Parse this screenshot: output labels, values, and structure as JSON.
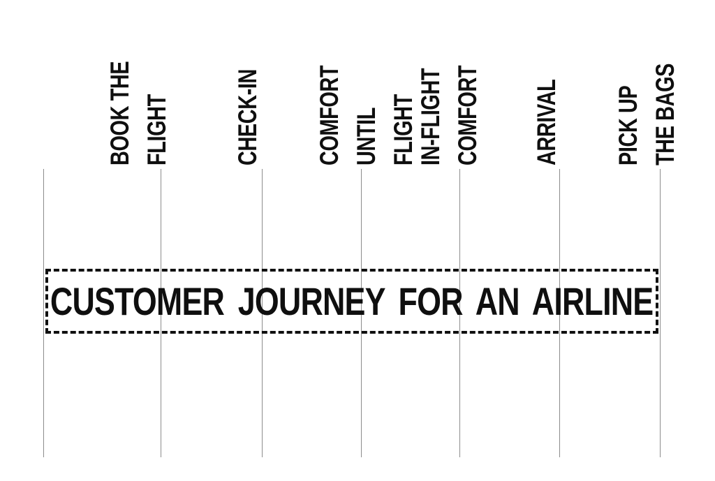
{
  "title": "CUSTOMER JOURNEY FOR AN AIRLINE",
  "columns": [
    {
      "label": "BOOK THE\nFLIGHT"
    },
    {
      "label": "CHECK-IN"
    },
    {
      "label": "COMFORT UNTIL\nFLIGHT"
    },
    {
      "label": "IN-FLIGHT\nCOMFORT"
    },
    {
      "label": "ARRIVAL"
    },
    {
      "label": "PICK UP\nTHE BAGS"
    }
  ],
  "colors": {
    "text": "#0f0f0f",
    "grid_line": "#8c8c8c",
    "background": "#ffffff"
  }
}
